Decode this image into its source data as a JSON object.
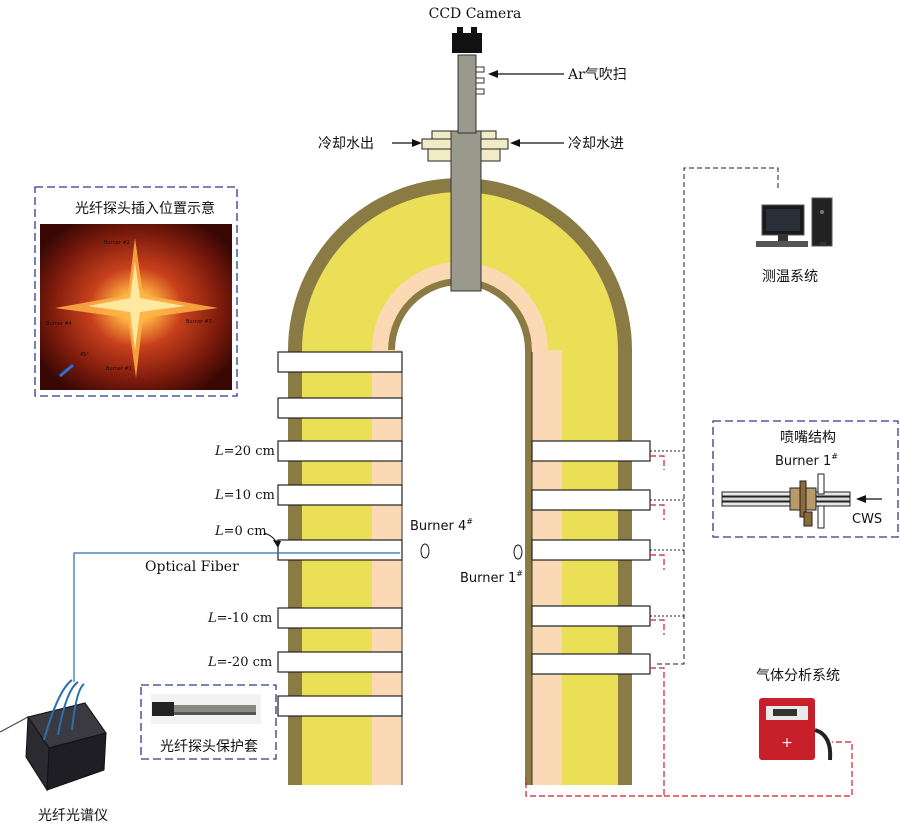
{
  "labels": {
    "ccd_camera": "CCD Camera",
    "ar_purge": "Ar气吹扫",
    "cooling_out": "冷却水出",
    "cooling_in": "冷却水进",
    "temp_system": "测温系统",
    "fiber_insert_title": "光纤探头插入位置示意",
    "nozzle_structure": "喷嘴结构",
    "nozzle_burner": "Burner 1",
    "nozzle_burner_sup": "#",
    "cws": "CWS",
    "burner4": "Burner 4",
    "burner4_sup": "#",
    "burner1": "Burner 1",
    "burner1_sup": "#",
    "optical_fiber": "Optical Fiber",
    "gas_analysis": "气体分析系统",
    "probe_sleeve": "光纤探头保护套",
    "spectrometer": "光纤光谱仪"
  },
  "levels": [
    {
      "var": "L",
      "value": "=20 cm"
    },
    {
      "var": "L",
      "value": "=10 cm"
    },
    {
      "var": "L",
      "value": "=0 cm"
    },
    {
      "var": "L",
      "value": "=-10 cm"
    },
    {
      "var": "L",
      "value": "=-20 cm"
    }
  ],
  "flame_image_labels": [
    "Burner #1",
    "Burner #2",
    "Burner #3",
    "Burner #4",
    "45°"
  ],
  "colors": {
    "outer_shell": "#8a7a44",
    "insulation": "#ecdf58",
    "refractory": "#fbd9b4",
    "dashed_frame": "#2c3b8c",
    "red_line": "#d01f2a",
    "fiber_blue": "#2a6fb0",
    "flame_bg": "#5a1208",
    "camera_tube": "#9a9a8c"
  }
}
